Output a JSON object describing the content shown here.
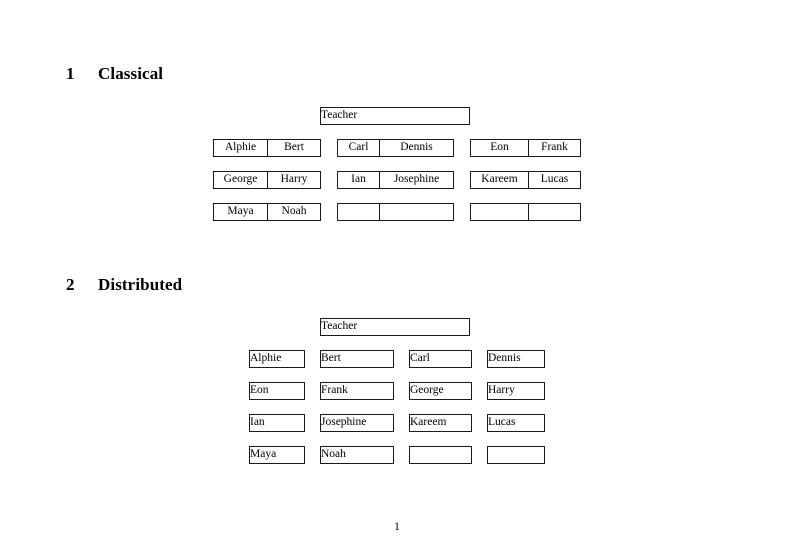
{
  "document": {
    "page_number": "1"
  },
  "sections": [
    {
      "number": "1",
      "title": "Classical",
      "teacher_label": "Teacher",
      "layout": "paired-cells",
      "columns": 3,
      "rows": [
        [
          {
            "a": "Alphie",
            "b": "Bert"
          },
          {
            "a": "Carl",
            "b": "Dennis"
          },
          {
            "a": "Eon",
            "b": "Frank"
          }
        ],
        [
          {
            "a": "George",
            "b": "Harry"
          },
          {
            "a": "Ian",
            "b": "Josephine"
          },
          {
            "a": "Kareem",
            "b": "Lucas"
          }
        ],
        [
          {
            "a": "Maya",
            "b": "Noah"
          },
          {
            "a": "",
            "b": ""
          },
          {
            "a": "",
            "b": ""
          }
        ]
      ]
    },
    {
      "number": "2",
      "title": "Distributed",
      "teacher_label": "Teacher",
      "layout": "single-cells",
      "columns": 4,
      "rows": [
        [
          "Alphie",
          "Bert",
          "Carl",
          "Dennis"
        ],
        [
          "Eon",
          "Frank",
          "George",
          "Harry"
        ],
        [
          "Ian",
          "Josephine",
          "Kareem",
          "Lucas"
        ],
        [
          "Maya",
          "Noah",
          "",
          ""
        ]
      ]
    }
  ]
}
